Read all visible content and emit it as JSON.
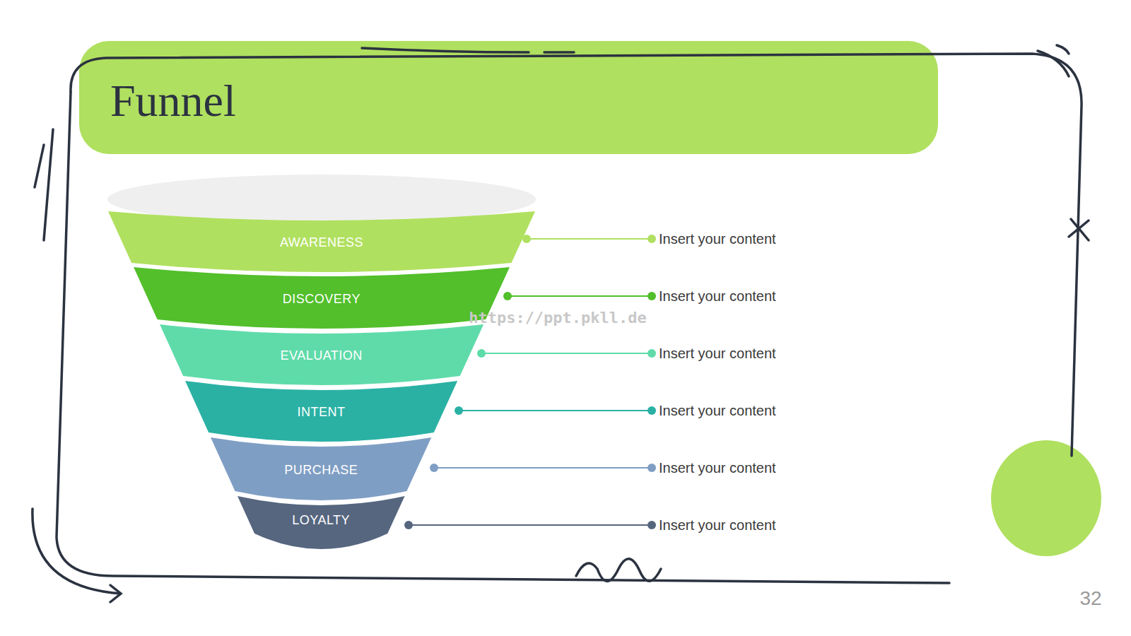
{
  "diagram": {
    "title": "Funnel",
    "nodes": [
      {
        "text": [
          "AWARENESS"
        ]
      },
      {
        "text": [
          "DISCOVERY"
        ]
      },
      {
        "text": [
          "EVALUATION"
        ]
      },
      {
        "text": [
          "INTENT"
        ]
      },
      {
        "text": [
          "PURCHASE"
        ]
      },
      {
        "text": [
          "LOYALTY"
        ]
      }
    ],
    "labels": [
      "Insert your content",
      "Insert your content",
      "Insert your content",
      "Insert your content",
      "Insert your content",
      "Insert your content",
      "https://ppt.pkll.de",
      "32"
    ]
  }
}
